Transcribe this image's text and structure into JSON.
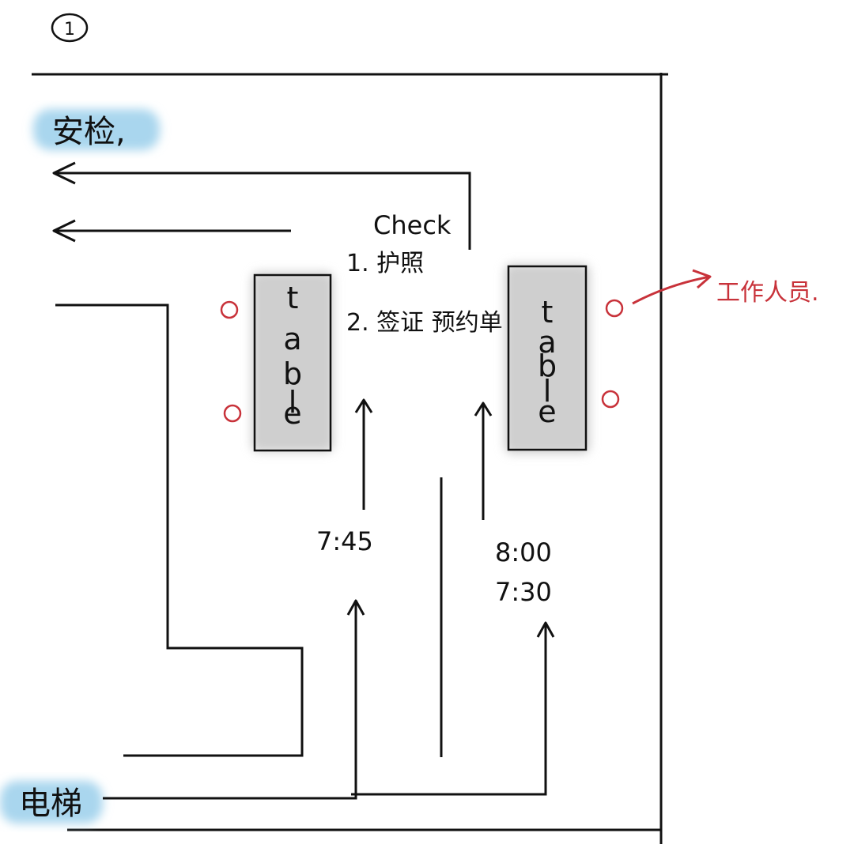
{
  "page_number": "1",
  "labels": {
    "security": "安检,",
    "elevator": "电梯",
    "check_title": "Check",
    "check_item_1": "1. 护照",
    "check_item_2": "2. 签证 预约单",
    "left_table": "table",
    "right_table": "table",
    "staff": "工作人员.",
    "time_left": "7:45",
    "time_right_1": "8:00",
    "time_right_2": "7:30"
  },
  "colors": {
    "ink": "#111111",
    "accent_red": "#c8323a",
    "highlight_blue": "#a9d6ee",
    "table_fill": "#cfcfcf"
  }
}
